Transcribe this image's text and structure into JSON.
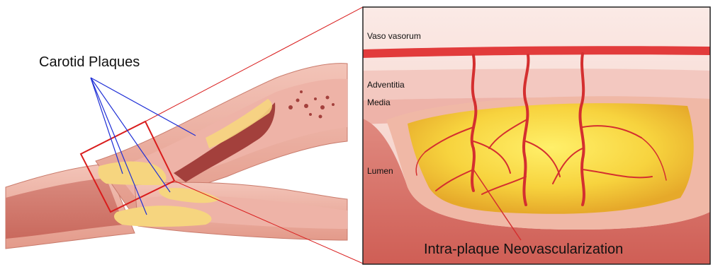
{
  "labels": {
    "carotid_plaques": "Carotid Plaques",
    "vaso_vasorum": "Vaso vasorum",
    "adventitia": "Adventitia",
    "media": "Media",
    "lumen": "Lumen",
    "neovascularization": "Intra-plaque Neovascularization"
  },
  "colors": {
    "pointer_lines": "#1f2fd6",
    "highlight_box": "#d91d1d",
    "vessel_wall": "#e9a79a",
    "plaque": "#f5cc4a",
    "blood": "#c0392b",
    "panel_border": "#222222"
  }
}
